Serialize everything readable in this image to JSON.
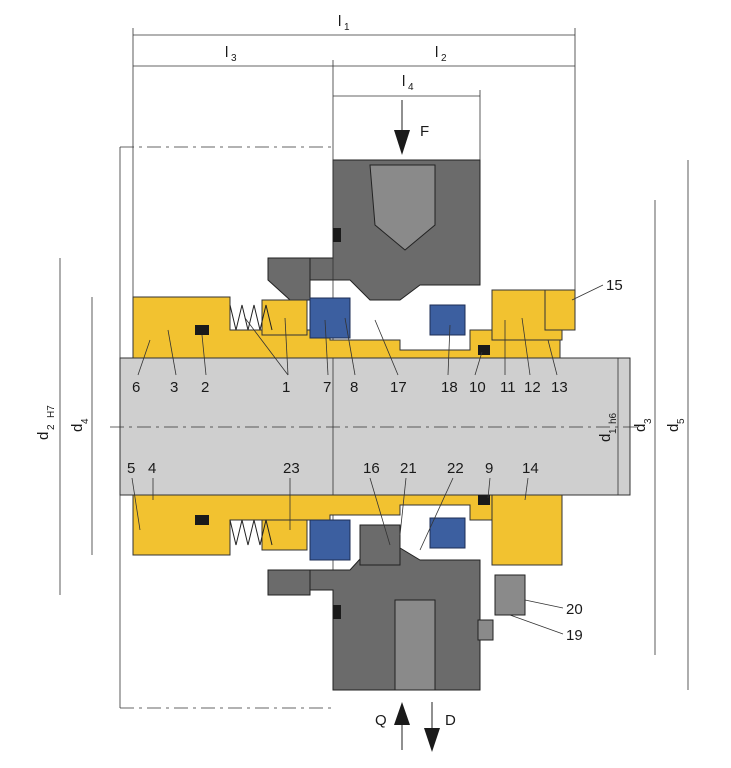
{
  "dimensions": {
    "l1": {
      "main": "l",
      "sub": "1"
    },
    "l2": {
      "main": "l",
      "sub": "2"
    },
    "l3": {
      "main": "l",
      "sub": "3"
    },
    "l4": {
      "main": "l",
      "sub": "4"
    },
    "d1": {
      "main": "d",
      "sub": "1",
      "tol": "h6"
    },
    "d2": {
      "main": "d",
      "sub": "2",
      "tol": "H7"
    },
    "d3": {
      "main": "d",
      "sub": "3"
    },
    "d4": {
      "main": "d",
      "sub": "4"
    },
    "d5": {
      "main": "d",
      "sub": "5"
    }
  },
  "flow_labels": {
    "force": "F",
    "quench": "Q",
    "drain": "D"
  },
  "callouts_top": [
    "6",
    "3",
    "2",
    "1",
    "7",
    "8",
    "17",
    "18",
    "10",
    "11",
    "12",
    "13",
    "15"
  ],
  "callouts_bottom": [
    "5",
    "4",
    "23",
    "16",
    "21",
    "22",
    "9",
    "14",
    "20",
    "19"
  ],
  "colors": {
    "brass": "#f2c230",
    "housing": "#6b6b6b",
    "shaft": "#cfcfcf",
    "seal_face": "#3c5fa0"
  }
}
